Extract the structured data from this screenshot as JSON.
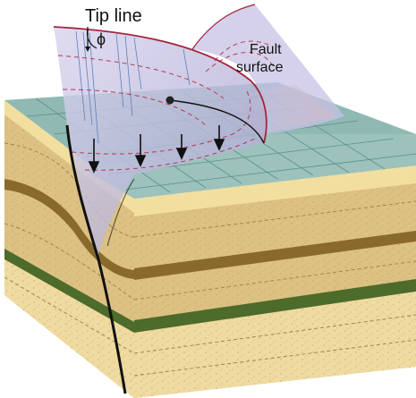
{
  "labels": {
    "tip_line": "Tip line",
    "angle_symbol": "ϕ",
    "fault_surface_line1": "Fault",
    "fault_surface_line2": "surface"
  },
  "colors": {
    "grid_surface": "#8fb9b2",
    "grid_line": "#5e8f8a",
    "sand_light": "#f2dfa0",
    "sand_mid": "#dcc183",
    "clay_brown": "#8a6a2c",
    "green_layer": "#4d6b2a",
    "fault_plane": "#b7b3d8",
    "tip_line_red": "#a3233c",
    "fault_black": "#111111"
  }
}
